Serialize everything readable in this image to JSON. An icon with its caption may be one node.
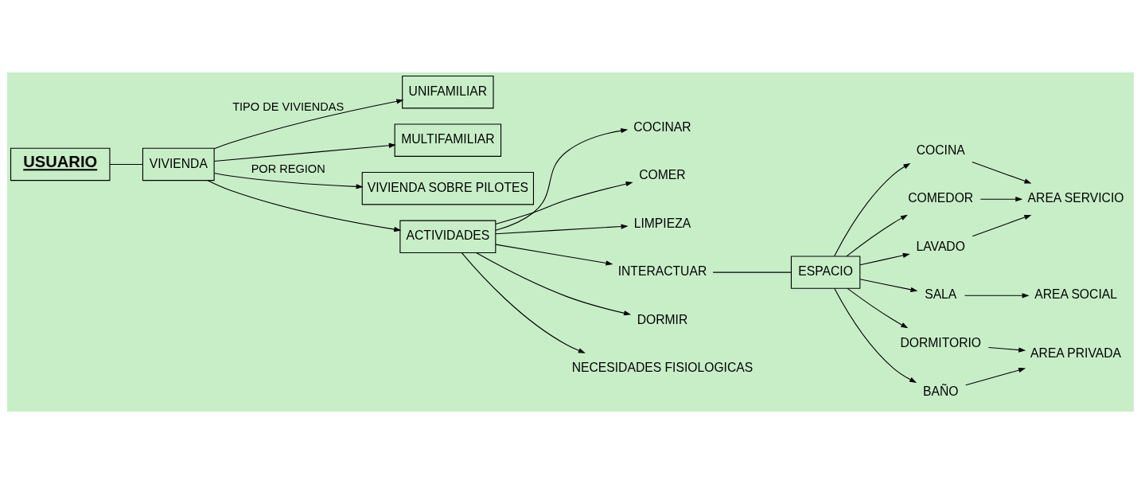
{
  "diagram": {
    "nodes": [
      {
        "text": [
          "USUARIO"
        ]
      },
      {
        "text": [
          "VIVIENDA"
        ]
      },
      {
        "text": [
          "UNIFAMILIAR"
        ]
      },
      {
        "text": [
          "MULTIFAMILIAR"
        ]
      },
      {
        "text": [
          "VIVIENDA SOBRE PILOTES"
        ]
      },
      {
        "text": [
          "ACTIVIDADES"
        ]
      },
      {
        "text": [
          "COCINAR"
        ]
      },
      {
        "text": [
          "COMER"
        ]
      },
      {
        "text": [
          "LIMPIEZA"
        ]
      },
      {
        "text": [
          "INTERACTUAR"
        ]
      },
      {
        "text": [
          "DORMIR"
        ]
      },
      {
        "text": [
          "NECESIDADES FISIOLOGICAS"
        ]
      },
      {
        "text": [
          "ESPACIO"
        ]
      },
      {
        "text": [
          "COCINA"
        ]
      },
      {
        "text": [
          "COMEDOR"
        ]
      },
      {
        "text": [
          "LAVADO"
        ]
      },
      {
        "text": [
          "SALA"
        ]
      },
      {
        "text": [
          "DORMITORIO"
        ]
      },
      {
        "text": [
          "BAÑO"
        ]
      },
      {
        "text": [
          "AREA SERVICIO"
        ]
      },
      {
        "text": [
          "AREA SOCIAL"
        ]
      },
      {
        "text": [
          "AREA PRIVADA"
        ]
      }
    ],
    "edges": [
      {
        "from": 0,
        "to": 1,
        "arrow": "none"
      },
      {
        "from": 1,
        "to": 2,
        "arrow": "to",
        "label": "TIPO DE VIVIENDAS"
      },
      {
        "from": 1,
        "to": 3,
        "arrow": "to"
      },
      {
        "from": 1,
        "to": 4,
        "arrow": "to",
        "label": "POR REGION"
      },
      {
        "from": 1,
        "to": 5,
        "arrow": "to"
      },
      {
        "from": 5,
        "to": 6,
        "arrow": "to"
      },
      {
        "from": 5,
        "to": 7,
        "arrow": "to"
      },
      {
        "from": 5,
        "to": 8,
        "arrow": "to"
      },
      {
        "from": 5,
        "to": 9,
        "arrow": "to"
      },
      {
        "from": 5,
        "to": 10,
        "arrow": "to"
      },
      {
        "from": 5,
        "to": 11,
        "arrow": "to"
      },
      {
        "from": 9,
        "to": 12,
        "arrow": "none"
      },
      {
        "from": 12,
        "to": 13,
        "arrow": "to"
      },
      {
        "from": 12,
        "to": 14,
        "arrow": "to"
      },
      {
        "from": 12,
        "to": 15,
        "arrow": "to"
      },
      {
        "from": 12,
        "to": 16,
        "arrow": "to"
      },
      {
        "from": 12,
        "to": 17,
        "arrow": "to"
      },
      {
        "from": 12,
        "to": 18,
        "arrow": "to"
      },
      {
        "from": 13,
        "to": 19,
        "arrow": "to"
      },
      {
        "from": 14,
        "to": 19,
        "arrow": "to"
      },
      {
        "from": 15,
        "to": 19,
        "arrow": "to"
      },
      {
        "from": 16,
        "to": 20,
        "arrow": "to"
      },
      {
        "from": 17,
        "to": 21,
        "arrow": "to"
      },
      {
        "from": 18,
        "to": 21,
        "arrow": "to"
      }
    ]
  }
}
